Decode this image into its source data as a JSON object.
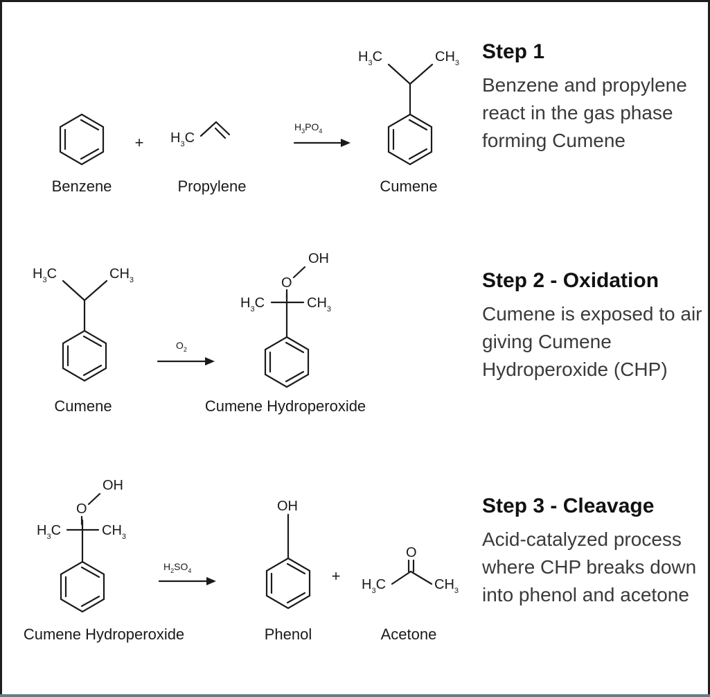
{
  "steps": [
    {
      "title": "Step 1",
      "description": "Benzene and propylene react in the gas phase forming Cumene",
      "reactants": [
        "Benzene",
        "Propylene"
      ],
      "reagent": "H3PO4",
      "products": [
        "Cumene"
      ]
    },
    {
      "title": "Step 2 - Oxidation",
      "description": "Cumene is exposed to air giving Cumene Hydroperoxide (CHP)",
      "reactants": [
        "Cumene"
      ],
      "reagent": "O2",
      "products": [
        "Cumene Hydroperoxide"
      ]
    },
    {
      "title": "Step 3 - Cleavage",
      "description": "Acid-catalyzed process where CHP breaks down into phenol and acetone",
      "reactants": [
        "Cumene Hydroperoxide"
      ],
      "reagent": "H2SO4",
      "products": [
        "Phenol",
        "Acetone"
      ]
    }
  ],
  "symbols": {
    "plus": "+"
  }
}
